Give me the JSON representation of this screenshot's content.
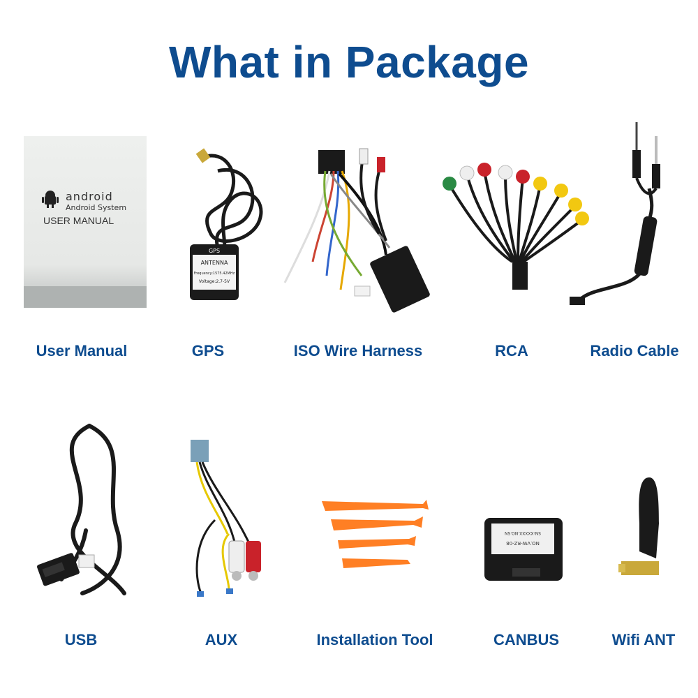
{
  "title": "What in Package",
  "colors": {
    "heading": "#0e4c8f",
    "tool": "#ff7f24",
    "cable": "#1a1a1a"
  },
  "items": [
    {
      "label": "User Manual",
      "icon": "manual-icon"
    },
    {
      "label": "GPS",
      "icon": "gps-antenna-icon"
    },
    {
      "label": "ISO Wire Harness",
      "icon": "wire-harness-icon"
    },
    {
      "label": "RCA",
      "icon": "rca-cable-icon"
    },
    {
      "label": "Radio Cable",
      "icon": "radio-cable-icon"
    },
    {
      "label": "USB",
      "icon": "usb-cable-icon"
    },
    {
      "label": "AUX",
      "icon": "aux-cable-icon"
    },
    {
      "label": "Installation Tool",
      "icon": "pry-tool-icon"
    },
    {
      "label": "CANBUS",
      "icon": "canbus-box-icon"
    },
    {
      "label": "Wifi ANT",
      "icon": "wifi-antenna-icon"
    }
  ],
  "manual": {
    "brand": "android",
    "system": "Android System",
    "heading": "USER MANUAL"
  },
  "gps": {
    "brand": "GPS",
    "name": "ANTENNA",
    "frequency": "Frequency:1575.42MHz",
    "voltage": "Voltage:2.7-5V"
  },
  "canbus": {
    "text1": "NO.VW-RZ-08",
    "text2": "SN:XXXXX-NO.SN"
  }
}
